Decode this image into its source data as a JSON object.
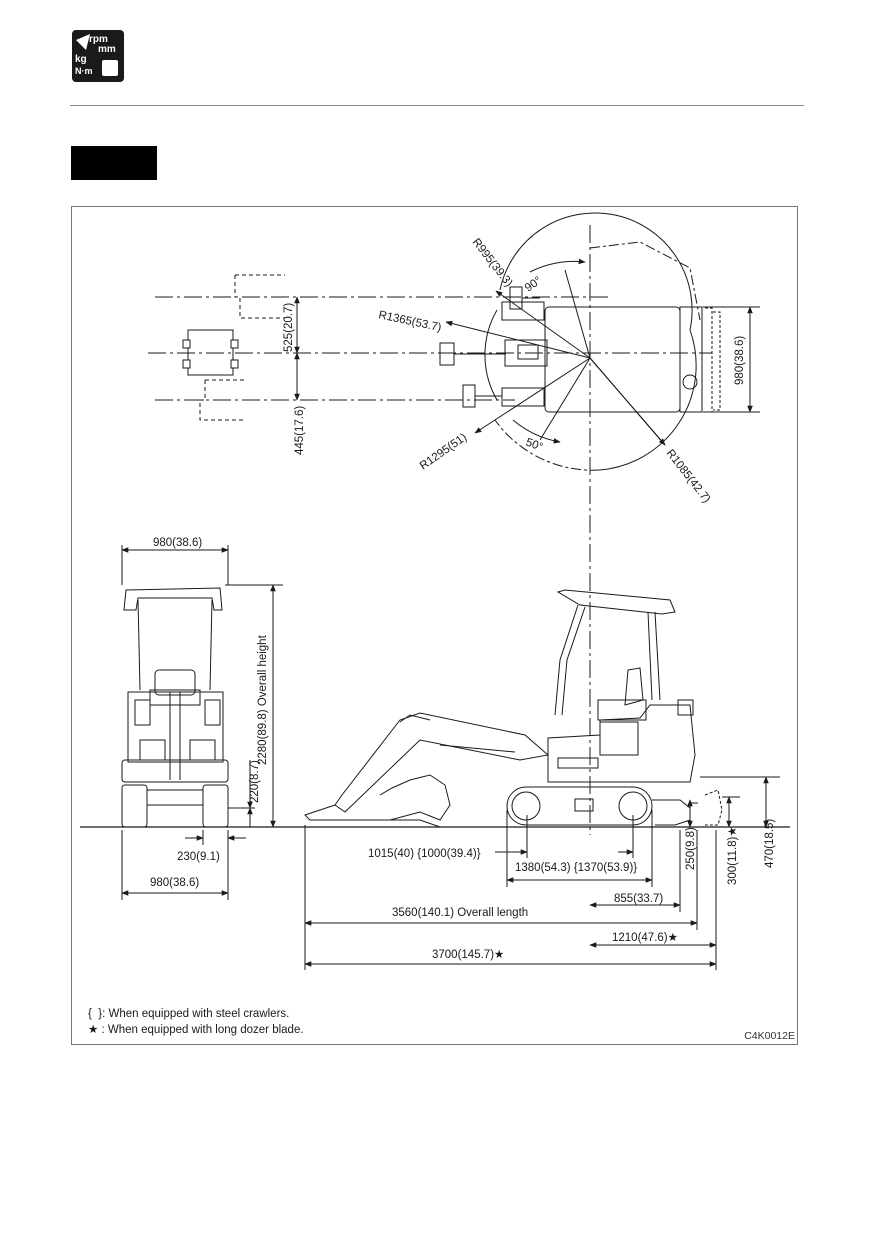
{
  "header": {
    "icon_lines": [
      "rpm",
      "mm",
      "kg",
      "N·m"
    ],
    "icon_name": "specifications-icon"
  },
  "top_view": {
    "radius_1": "R995(39.3)",
    "angle_right": "90°",
    "radius_2": "R1365(53.7)",
    "offset_up": "525(20.7)",
    "offset_down": "445(17.6)",
    "radius_3": "R1295(51)",
    "angle_left": "50°",
    "radius_4": "R1085(42.7)",
    "width": "980(38.6)"
  },
  "front_view": {
    "top_width": "980(38.6)",
    "overall_height": "2280(89.8) Overall height",
    "ground_clearance": "220(8.7)",
    "track_width": "230(9.1)",
    "bottom_width": "980(38.6)"
  },
  "side_view": {
    "tumbler_distance": "1015(40)  {1000(39.4)}",
    "crawler_length": "1380(54.3)  {1370(53.9)}",
    "blade_distance": "855(33.7)",
    "overall_length": "3560(140.1) Overall length",
    "blade_reach": "1210(47.6)★",
    "length_long_blade": "3700(145.7)★",
    "blade_height": "250(9.8)",
    "blade_height_long": "300(11.8)★",
    "max_blade_lift": "470(18.5)"
  },
  "notes": [
    "{  }: When equipped with steel crawlers.",
    "★ : When equipped with long dozer blade."
  ],
  "figure_code": "C4K0012E"
}
